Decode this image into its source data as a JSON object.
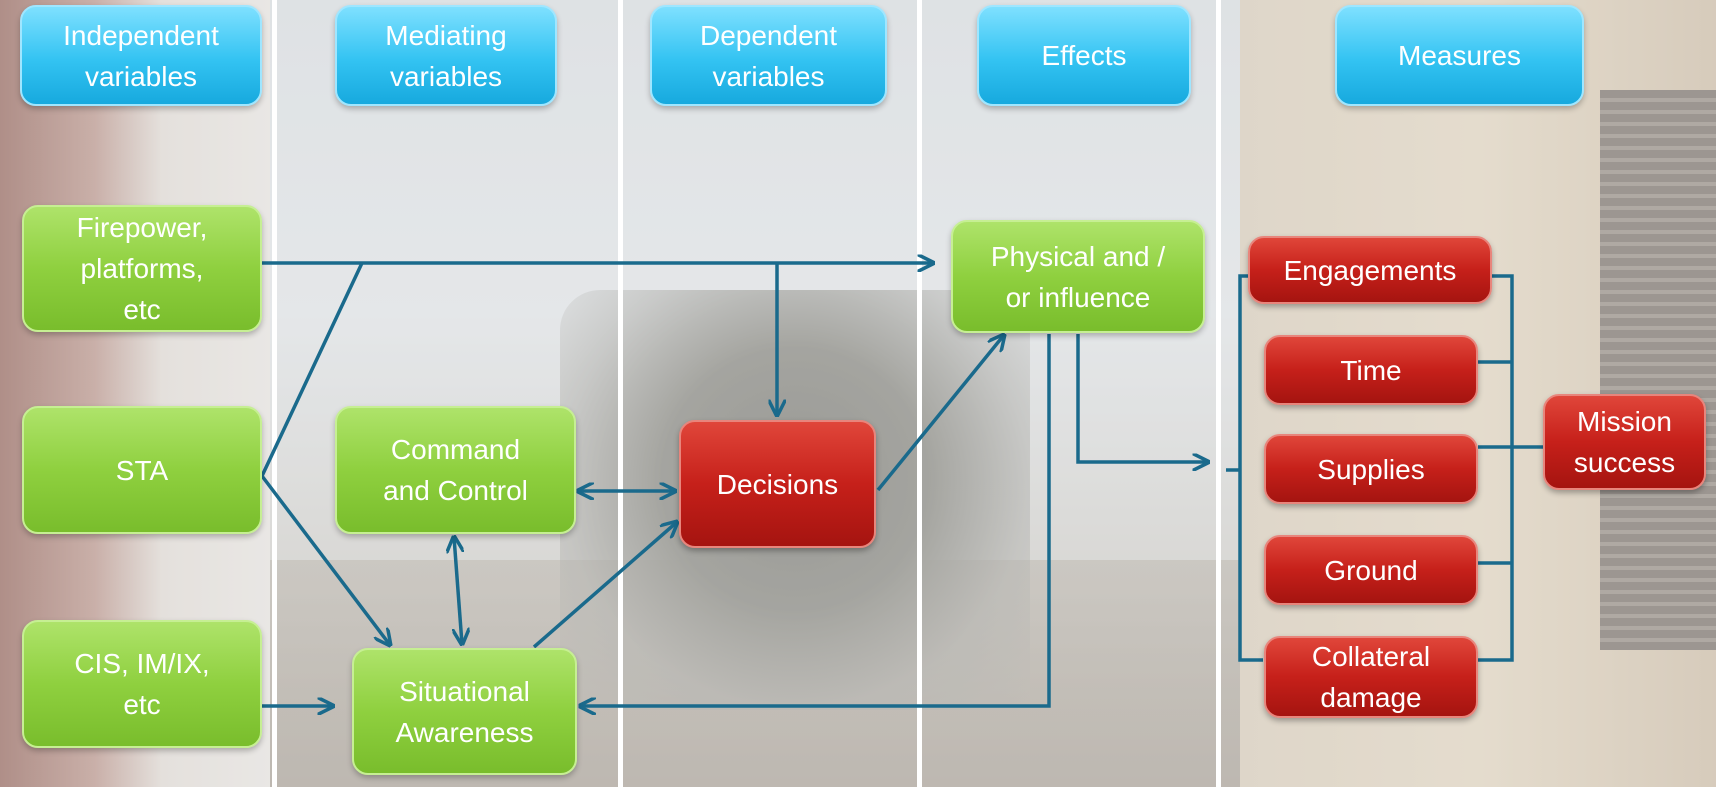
{
  "headers": {
    "independent": "Independent\nvariables",
    "mediating": "Mediating\nvariables",
    "dependent": "Dependent\nvariables",
    "effects": "Effects",
    "measures": "Measures"
  },
  "independent": {
    "firepower": "Firepower,\nplatforms,\netc",
    "sta": "STA",
    "cis": "CIS, IM/IX,\netc"
  },
  "mediating": {
    "c2": "Command\nand Control",
    "sa": "Situational\nAwareness"
  },
  "dependent": {
    "decisions": "Decisions"
  },
  "effects": {
    "physical": "Physical and /\nor influence"
  },
  "measures": {
    "engagements": "Engagements",
    "time": "Time",
    "supplies": "Supplies",
    "ground": "Ground",
    "collateral": "Collateral\ndamage"
  },
  "outcome": {
    "mission": "Mission\nsuccess"
  },
  "colors": {
    "header": "#33c3f2",
    "variable_green": "#8fd03f",
    "measure_red": "#c6201a",
    "connector": "#1a6a8c",
    "divider": "#ffffff"
  }
}
